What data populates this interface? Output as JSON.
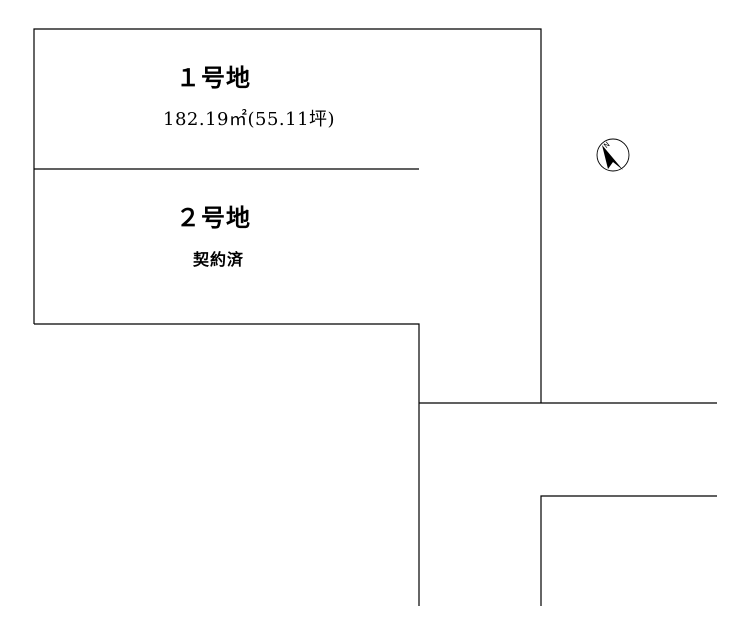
{
  "lots": [
    {
      "title": "１号地",
      "area": "182.19㎡(55.11坪)"
    },
    {
      "title": "２号地",
      "status": "契約済"
    }
  ],
  "compass": {
    "icon": "north-arrow-icon",
    "label": "N"
  },
  "colors": {
    "line": "#000000",
    "background": "#ffffff"
  }
}
